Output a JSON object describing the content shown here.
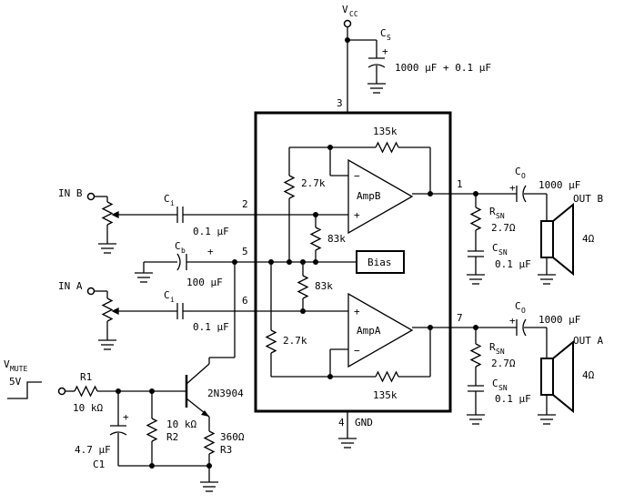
{
  "supply": {
    "label": "V",
    "sub": "CC",
    "cap_name": "C",
    "cap_sub": "S",
    "cap_value": "1000 μF + 0.1 μF",
    "polarity": "+"
  },
  "pins": {
    "p1": "1",
    "p2": "2",
    "p3": "3",
    "p4": "4",
    "p5": "5",
    "p6": "6",
    "p7": "7"
  },
  "ground_label": "GND",
  "amp_b": {
    "label": "AmpB",
    "minus": "−",
    "plus": "+",
    "feedback": "135k",
    "input_res": "2.7k"
  },
  "amp_a": {
    "label": "AmpA",
    "minus": "−",
    "plus": "+",
    "feedback": "135k",
    "input_res": "2.7k"
  },
  "divider": {
    "upper": "83k",
    "lower": "83k"
  },
  "bias_label": "Bias",
  "input_b": {
    "label": "IN B",
    "cap_name": "C",
    "cap_sub": "i",
    "cap_value": "0.1 μF"
  },
  "input_a": {
    "label": "IN A",
    "cap_name": "C",
    "cap_sub": "i",
    "cap_value": "0.1 μF"
  },
  "bypass": {
    "cap_name": "C",
    "cap_sub": "b",
    "cap_value": "100 μF",
    "polarity": "+"
  },
  "out_b": {
    "cap_name": "C",
    "cap_sub": "O",
    "cap_value": "1000 μF",
    "polarity": "+",
    "rsn_name": "R",
    "rsn_sub": "SN",
    "rsn_value": "2.7Ω",
    "csn_name": "C",
    "csn_sub": "SN",
    "csn_value": "0.1 μF",
    "speaker_label": "OUT B",
    "speaker_value": "4Ω"
  },
  "out_a": {
    "cap_name": "C",
    "cap_sub": "O",
    "cap_value": "1000 μF",
    "polarity": "+",
    "rsn_name": "R",
    "rsn_sub": "SN",
    "rsn_value": "2.7Ω",
    "csn_name": "C",
    "csn_sub": "SN",
    "csn_value": "0.1 μF",
    "speaker_label": "OUT A",
    "speaker_value": "4Ω"
  },
  "mute": {
    "label": "V",
    "sub": "MUTE",
    "level": "5V",
    "r1_name": "R1",
    "r1_value": "10 kΩ",
    "c1_value": "4.7 μF",
    "c1_name": "C1",
    "c1_polarity": "+",
    "r2_value": "10 kΩ",
    "r2_name": "R2",
    "r3_value": "360Ω",
    "r3_name": "R3",
    "transistor": "2N3904"
  }
}
